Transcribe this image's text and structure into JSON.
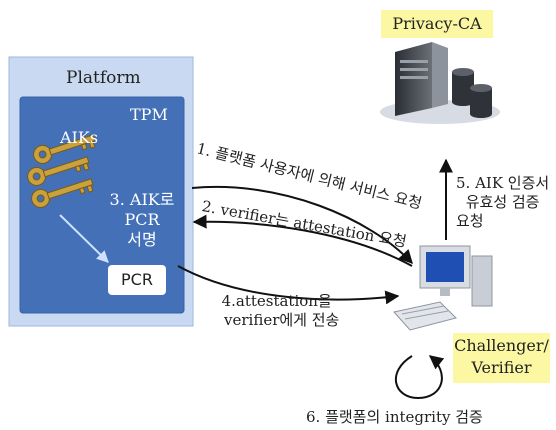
{
  "platform": {
    "title": "Platform",
    "tpm": {
      "title": "TPM",
      "aiks_label": "AIKs",
      "sign_label_lines": [
        "3. AIK로",
        "PCR",
        "서명"
      ],
      "pcr_label": "PCR"
    }
  },
  "privacy_ca": {
    "label": "Privacy-CA"
  },
  "challenger": {
    "label_lines": [
      "Challenger/",
      "Verifier"
    ]
  },
  "steps": {
    "step1": "1. 플랫폼 사용자에 의해 서비스 요청",
    "step2": "2. verifier는 attestation 요청",
    "step4_lines": [
      "4.attestation을",
      "verifier에게 전송"
    ],
    "step5_lines": [
      "5. AIK 인증서",
      "유효성 검증",
      "요청"
    ],
    "step6": "6. 플랫폼의 integrity 검증"
  },
  "colors": {
    "platform_bg": "#c9d9f1",
    "tpm_bg": "#4470b8",
    "highlight": "#fbf7a3",
    "key_gold": "#c9a13e"
  },
  "icons": [
    "key-icon",
    "server-icon",
    "computer-icon"
  ]
}
